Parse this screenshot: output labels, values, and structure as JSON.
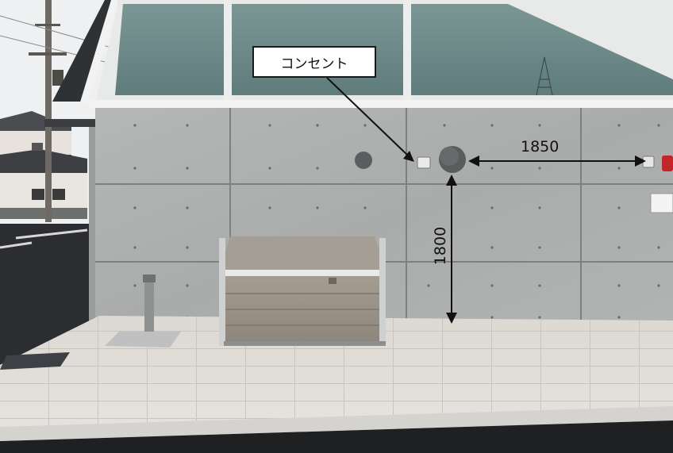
{
  "annotations": {
    "outlet_label": "コンセント",
    "horizontal_dimension": "1850",
    "vertical_dimension": "1800"
  },
  "colors": {
    "sky": "#eef0f1",
    "glass": "#6f8c8c",
    "concrete": "#aeb1b0",
    "paving": "#e3e0da",
    "asphalt": "#2c2d30",
    "storage_box": "#9d9488",
    "roof": "#2f3235"
  }
}
